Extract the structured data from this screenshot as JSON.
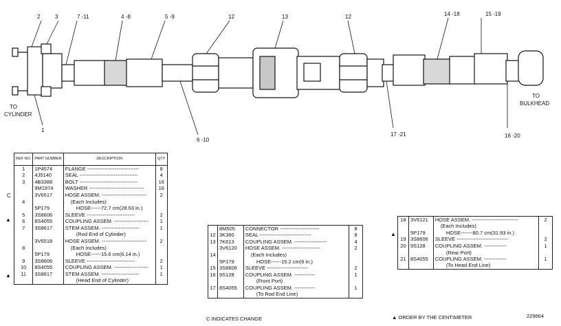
{
  "diagram": {
    "callouts": [
      "2",
      "3",
      "7 -11",
      "4 -8",
      "5 -9",
      "12",
      "13",
      "12",
      "14 -18",
      "15 -19",
      "6 -10",
      "17 -21",
      "16 -20",
      "1"
    ],
    "to_cylinder": [
      "TO",
      "CYLINDER"
    ],
    "to_bulkhead": [
      "TO",
      "BULKHEAD"
    ]
  },
  "table_main": {
    "headers": {
      "ref": "REF NO.",
      "part": "PART NUMBER",
      "desc": "DESCRIPTION",
      "qty": "QTY"
    },
    "rows": [
      {
        "ref": "1",
        "part": "1P4574",
        "desc": "FLANGE ------------------------------",
        "qty": "8"
      },
      {
        "ref": "2",
        "part": "4J5140",
        "desc": "SEAL ----------------------------------",
        "qty": "4"
      },
      {
        "ref": "3",
        "part": "4B3388",
        "desc": "BOLT ----------------------------------",
        "qty": "16"
      },
      {
        "ref": "",
        "part": "9M1974",
        "desc": "WASHER --------------------------------",
        "qty": "16"
      },
      {
        "ref": "",
        "part": "3V6517",
        "desc": "HOSE ASSEM. --------------------------",
        "qty": "2"
      },
      {
        "ref": "4",
        "part": "",
        "desc": "(Each Includes)",
        "qty": ""
      },
      {
        "ref": "",
        "part": "5P179",
        "desc": "HOSE------72.7 cm(28.63 in.)",
        "qty": ""
      },
      {
        "ref": "5",
        "part": "3S8606",
        "desc": "SLEEVE ----------------------------",
        "qty": "2"
      },
      {
        "ref": "6",
        "part": "8S4055",
        "desc": "COUPLING ASSEM. --------------------",
        "qty": "1"
      },
      {
        "ref": "7",
        "part": "3S8617",
        "desc": "STEM ASSEM. ----------------------",
        "qty": "1"
      },
      {
        "ref": "",
        "part": "",
        "desc": "(Rod End of Cylinder)",
        "qty": ""
      },
      {
        "ref": "",
        "part": "3V6518",
        "desc": "HOSE ASSEM. --------------------------",
        "qty": "2"
      },
      {
        "ref": "8",
        "part": "",
        "desc": "(Each Includes)",
        "qty": ""
      },
      {
        "ref": "",
        "part": "5P179",
        "desc": "HOSE------15.6 cm(6.14 in.)",
        "qty": ""
      },
      {
        "ref": "9",
        "part": "3S8606",
        "desc": "SLEEVE ----------------------------",
        "qty": "2"
      },
      {
        "ref": "10",
        "part": "8S4055",
        "desc": "COUPLING ASSEM. --------------------",
        "qty": "1"
      },
      {
        "ref": "11",
        "part": "3S8617",
        "desc": "STEM ASSEM. ----------------------",
        "qty": "1"
      },
      {
        "ref": "",
        "part": "",
        "desc": "(Head End of Cylinder)",
        "qty": ""
      }
    ],
    "marks": [
      "C",
      "▲",
      "▲"
    ]
  },
  "table_mid": {
    "rows": [
      {
        "ref": "",
        "part": "8M505",
        "desc": "CONNECTOR -----------------------",
        "qty": "8"
      },
      {
        "ref": "12",
        "part": "3K360",
        "desc": "SEAL ------------------------------",
        "qty": "8"
      },
      {
        "ref": "13",
        "part": "7K613",
        "desc": "COUPLING ASSEM. -------------------",
        "qty": "4"
      },
      {
        "ref": "",
        "part": "3V6120",
        "desc": "HOSE ASSEM. ----------------------",
        "qty": "2"
      },
      {
        "ref": "14",
        "part": "",
        "desc": "(Each Includes)",
        "qty": ""
      },
      {
        "ref": "",
        "part": "5P179",
        "desc": "HOSE------15.2 cm(6 in.)",
        "qty": ""
      },
      {
        "ref": "15",
        "part": "3S8606",
        "desc": "SLEEVE ------------------------",
        "qty": "2"
      },
      {
        "ref": "16",
        "part": "9S128",
        "desc": "COUPLING ASSEM. ------------",
        "qty": "1"
      },
      {
        "ref": "",
        "part": "",
        "desc": "(Front Port)",
        "qty": ""
      },
      {
        "ref": "17",
        "part": "8S4055",
        "desc": "COUPLING ASSEM. ------------",
        "qty": "1"
      },
      {
        "ref": "",
        "part": "",
        "desc": "(To Rod End Line)",
        "qty": ""
      }
    ]
  },
  "table_right": {
    "rows": [
      {
        "ref": "18",
        "part": "3V6121",
        "desc": "HOSE ASSEM. ---------------------------",
        "qty": "2"
      },
      {
        "ref": "",
        "part": "",
        "desc": "(Each Includes)",
        "qty": ""
      },
      {
        "ref": "",
        "part": "5P179",
        "desc": "HOSE-------80.7 cm(31.93 in.)",
        "qty": ""
      },
      {
        "ref": "19",
        "part": "3S8606",
        "desc": "SLEEVE ------------------------------",
        "qty": "2"
      },
      {
        "ref": "20",
        "part": "9S128",
        "desc": "COUPLING ASSEM. -------------",
        "qty": "1"
      },
      {
        "ref": "",
        "part": "",
        "desc": "(Rear Port)",
        "qty": ""
      },
      {
        "ref": "21",
        "part": "8S4055",
        "desc": "COUPLING ASSEM. -------------",
        "qty": "1"
      },
      {
        "ref": "",
        "part": "",
        "desc": "(To Head End Line)",
        "qty": ""
      }
    ],
    "marks": [
      "▲"
    ]
  },
  "footer": {
    "change_note": "C INDICATES CHANGE",
    "order_note": "▲ ORDER BY THE CENTIMETER",
    "figure_no": "229664"
  }
}
